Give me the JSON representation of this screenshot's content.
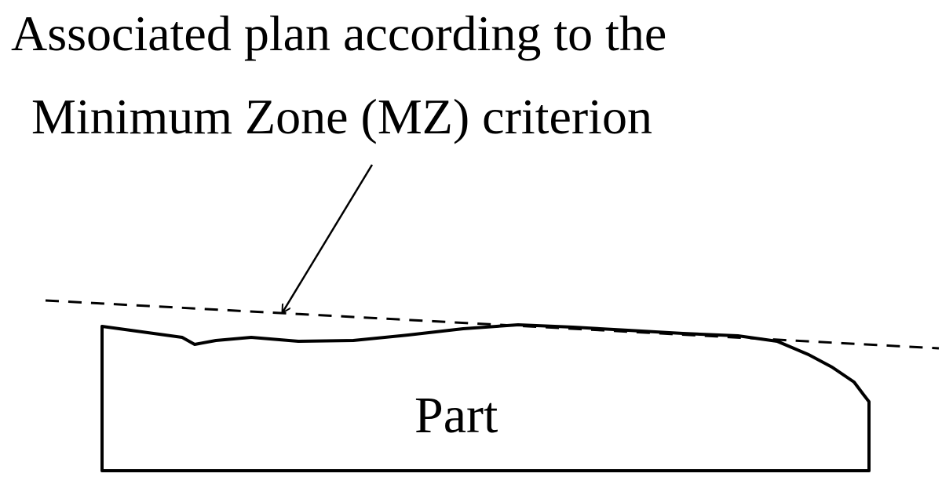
{
  "annotation": {
    "line1": "Associated plan according to the",
    "line2": "Minimum Zone (MZ) criterion"
  },
  "part_label": "Part",
  "colors": {
    "ink": "#000000",
    "background": "#ffffff"
  }
}
